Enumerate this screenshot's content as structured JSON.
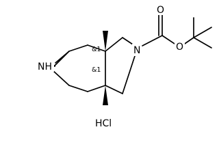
{
  "molecule": {
    "atoms": {
      "ring_nitrogen": "N",
      "carbamate_oxygen": "O",
      "ester_oxygen": "O",
      "azepane_nh": "NH"
    },
    "stereo_labels": {
      "upper": "&1",
      "lower": "&1"
    },
    "salt": "HCl"
  },
  "colors": {
    "bond": "#000000",
    "text": "#000000",
    "background": "#ffffff"
  }
}
